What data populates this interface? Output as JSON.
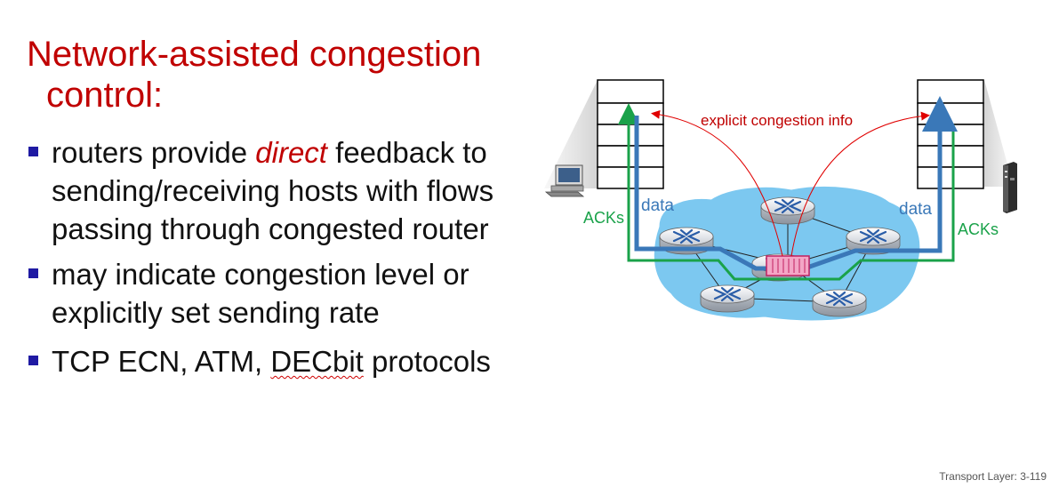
{
  "slide": {
    "title_line1": "Network-assisted congestion",
    "title_line2": "control:",
    "bullet1_pre": "routers provide ",
    "bullet1_em": "direct",
    "bullet1_post": " feedback to sending/receiving hosts with flows passing through congested router",
    "bullet2": "may indicate congestion level or explicitly set sending rate",
    "bullet3_pre": "TCP ECN, ATM, ",
    "bullet3_mark": "DECbit",
    "bullet3_post": " protocols",
    "footer": "Transport Layer: 3-119"
  },
  "diagram": {
    "congestion_label": "explicit congestion info",
    "left_data_label": "data",
    "left_acks_label": "ACKs",
    "right_data_label": "data",
    "right_acks_label": "ACKs",
    "colors": {
      "data_arrow": "#3a78b8",
      "ack_arrow": "#1aa24a",
      "congestion_arrow": "#e00000",
      "network_cloud": "#7cc8f0",
      "queue": "#f3a6c6",
      "title": "#c00000",
      "bullet_marker": "#1f1aa3"
    },
    "icons": [
      "desktop-computer-icon",
      "server-tower-icon",
      "router-icon",
      "queue-buffer-icon"
    ]
  }
}
